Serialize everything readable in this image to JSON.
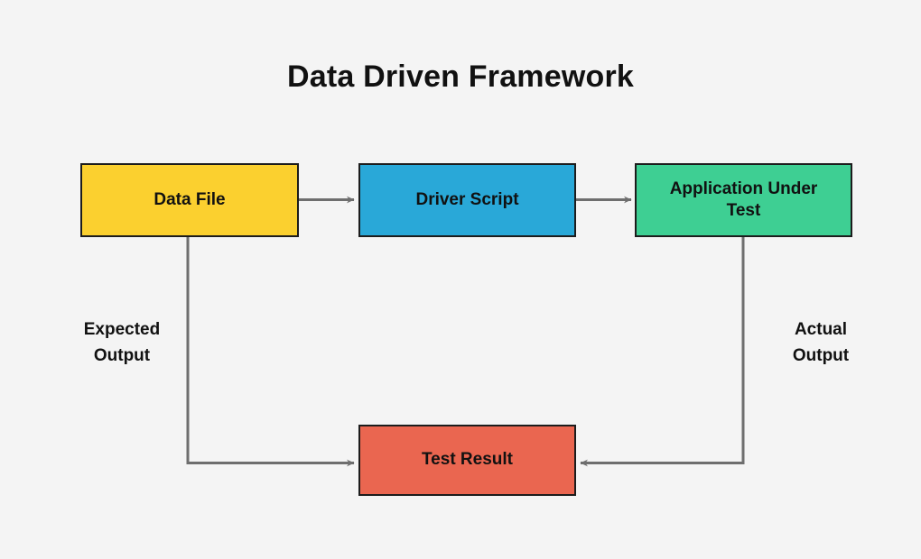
{
  "diagram": {
    "title": "Data Driven Framework",
    "background_color": "#f4f4f4",
    "edge_color": "#6e6e6e",
    "border_color": "#1c1c1c",
    "nodes": [
      {
        "id": "data-file",
        "label": "Data File",
        "color": "#fbd02f"
      },
      {
        "id": "driver-script",
        "label": "Driver Script",
        "color": "#29a8d8"
      },
      {
        "id": "app-under-test",
        "label": "Application Under\nTest",
        "color": "#3ecf93"
      },
      {
        "id": "test-result",
        "label": "Test Result",
        "color": "#ea6650"
      }
    ],
    "edges": [
      {
        "id": "data-file-to-driver-script",
        "from": "data-file",
        "to": "driver-script",
        "label": ""
      },
      {
        "id": "driver-script-to-app-under-test",
        "from": "driver-script",
        "to": "app-under-test",
        "label": ""
      },
      {
        "id": "data-file-to-test-result",
        "from": "data-file",
        "to": "test-result",
        "label": "Expected\nOutput"
      },
      {
        "id": "app-under-test-to-test-result",
        "from": "app-under-test",
        "to": "test-result",
        "label": "Actual\nOutput"
      }
    ]
  }
}
